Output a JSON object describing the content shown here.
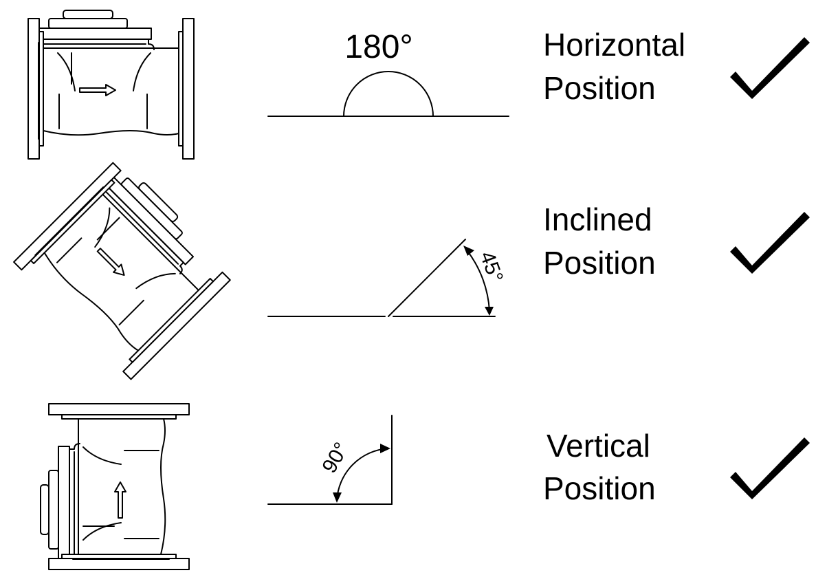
{
  "rows": [
    {
      "angle_label": "180°",
      "label_line1": "Horizontal",
      "label_line2": "Position",
      "check_icon": "check-icon"
    },
    {
      "angle_label": "45°",
      "label_line1": "Inclined",
      "label_line2": "Position",
      "check_icon": "check-icon"
    },
    {
      "angle_label": "90°",
      "label_line1": "Vertical",
      "label_line2": "Position",
      "check_icon": "check-icon"
    }
  ]
}
